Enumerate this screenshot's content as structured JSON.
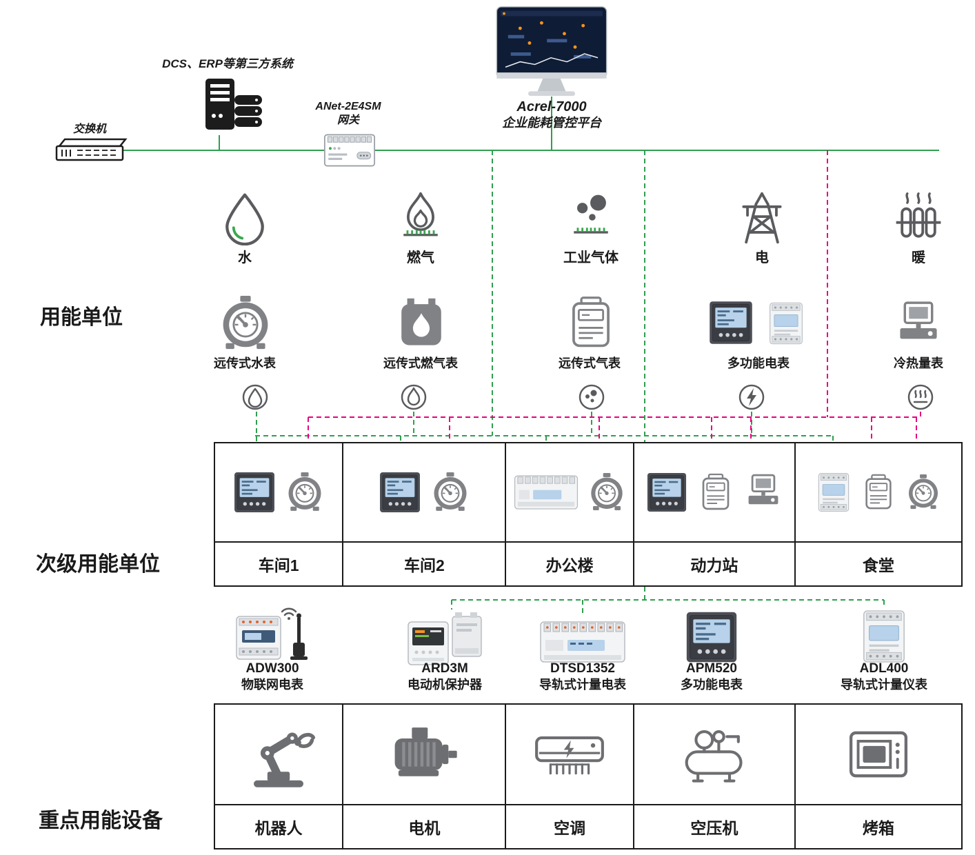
{
  "colors": {
    "line_green": "#2f9e4f",
    "line_magenta": "#e6007e",
    "icon_gray": "#6d6e71",
    "text": "#1a1a1a"
  },
  "top": {
    "third_party_label": "DCS、ERP等第三方系统",
    "switch_label": "交换机",
    "gateway_name": "ANet-2E4SM",
    "gateway_sub": "网关",
    "platform_name": "Acrel-7000",
    "platform_sub": "企业能耗管控平台"
  },
  "sections": {
    "energy_units": "用能单位",
    "secondary_units": "次级用能单位",
    "key_equipment": "重点用能设备"
  },
  "energy": [
    {
      "type": "水",
      "meter": "远传式水表"
    },
    {
      "type": "燃气",
      "meter": "远传式燃气表"
    },
    {
      "type": "工业气体",
      "meter": "远传式气表"
    },
    {
      "type": "电",
      "meter": "多功能电表"
    },
    {
      "type": "暖",
      "meter": "冷热量表"
    }
  ],
  "secondary_units": [
    "车间1",
    "车间2",
    "办公楼",
    "动力站",
    "食堂"
  ],
  "devices": [
    {
      "model": "ADW300",
      "name": "物联网电表"
    },
    {
      "model": "ARD3M",
      "name": "电动机保护器"
    },
    {
      "model": "DTSD1352",
      "name": "导轨式计量电表"
    },
    {
      "model": "APM520",
      "name": "多功能电表"
    },
    {
      "model": "ADL400",
      "name": "导轨式计量仪表"
    }
  ],
  "equipment": [
    "机器人",
    "电机",
    "空调",
    "空压机",
    "烤箱"
  ]
}
